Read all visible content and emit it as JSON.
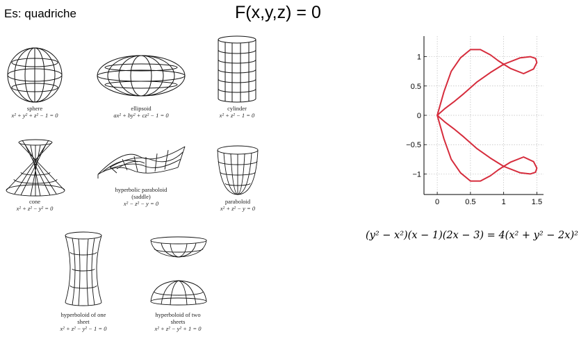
{
  "slide": {
    "title": "Es: quadriche",
    "main_equation": "F(x,y,z) = 0"
  },
  "quadrics": [
    {
      "name": "sphere",
      "equation": "x² + y² + z² − 1 = 0"
    },
    {
      "name": "ellipsoid",
      "equation": "ax² + by² + cz² − 1 = 0"
    },
    {
      "name": "cylinder",
      "equation": "x² + z² − 1 = 0"
    },
    {
      "name": "cone",
      "equation": "x² + z² − y² = 0"
    },
    {
      "name": "hyperbolic paraboloid",
      "name2": "(saddle)",
      "equation": "x² − z² − y = 0"
    },
    {
      "name": "paraboloid",
      "equation": "x² + z² − y = 0"
    },
    {
      "name": "hyperboloid of one",
      "name2": "sheet",
      "equation": "x² + z² − y² − 1 = 0"
    },
    {
      "name": "hyperboloid of two",
      "name2": "sheets",
      "equation": "x² + z² − y² + 1 = 0"
    }
  ],
  "curve_equation": "(y² − x²)(x − 1)(2x − 3) = 4(x² + y² − 2x)²",
  "chart_data": {
    "type": "line",
    "title": "",
    "xlabel": "",
    "ylabel": "",
    "xlim": [
      -0.2,
      1.6
    ],
    "ylim": [
      -1.35,
      1.35
    ],
    "x_ticks": [
      "0",
      "0.5",
      "1",
      "1.5"
    ],
    "y_ticks": [
      "1",
      "0.5",
      "0",
      "−0.5",
      "−1"
    ],
    "grid": true,
    "series_color": "#d62c3c",
    "series": [
      {
        "x": [
          0,
          0.1,
          0.21,
          0.35,
          0.5,
          0.65,
          0.8,
          0.92,
          1.0,
          1.1,
          1.3,
          1.45,
          1.5,
          1.48,
          1.4,
          1.25,
          1.0,
          0.8,
          0.6,
          0.4,
          0.25,
          0.12,
          0.04,
          0,
          0.04,
          0.12,
          0.25,
          0.4,
          0.6,
          0.8,
          1.0,
          1.25,
          1.4,
          1.48,
          1.5,
          1.45,
          1.3,
          1.1,
          1.0,
          0.92,
          0.8,
          0.65,
          0.5,
          0.35,
          0.21,
          0.1,
          0
        ],
        "y": [
          0,
          0.4,
          0.75,
          0.98,
          1.12,
          1.12,
          1.03,
          0.93,
          0.87,
          0.8,
          0.71,
          0.79,
          0.9,
          0.97,
          1.0,
          0.98,
          0.87,
          0.73,
          0.57,
          0.37,
          0.23,
          0.12,
          0.04,
          0,
          -0.04,
          -0.12,
          -0.23,
          -0.37,
          -0.57,
          -0.73,
          -0.87,
          -0.98,
          -1.0,
          -0.97,
          -0.9,
          -0.79,
          -0.71,
          -0.8,
          -0.87,
          -0.93,
          -1.03,
          -1.12,
          -1.12,
          -0.98,
          -0.75,
          -0.4,
          0
        ]
      }
    ]
  }
}
